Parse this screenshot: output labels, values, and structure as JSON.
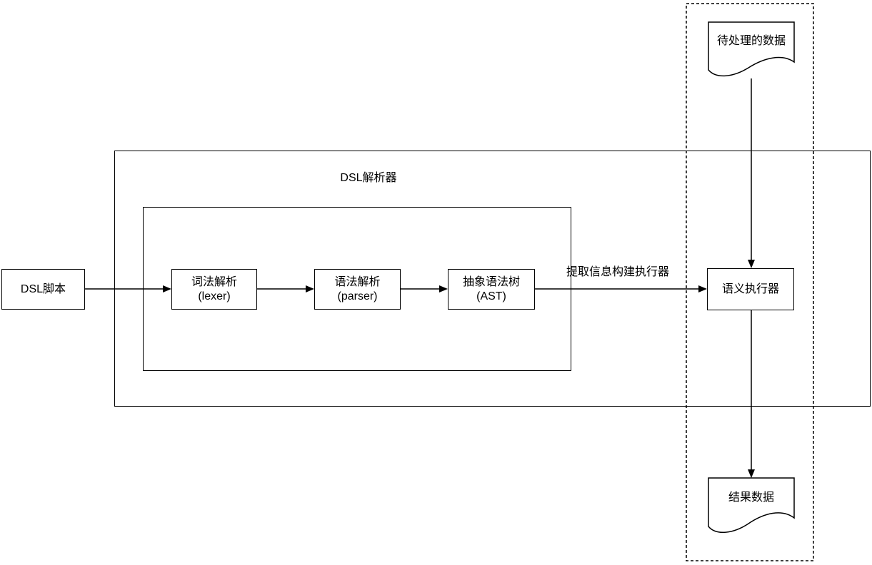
{
  "diagram": {
    "title": "DSL解析器",
    "colors": {
      "background": "#ffffff",
      "stroke": "#000000",
      "text": "#000000"
    },
    "nodes": {
      "dsl_script": {
        "label": "DSL脚本"
      },
      "lexer": {
        "label_line1": "词法解析",
        "label_line2": "(lexer)"
      },
      "parser": {
        "label_line1": "语法解析",
        "label_line2": "(parser)"
      },
      "ast": {
        "label_line1": "抽象语法树",
        "label_line2": "(AST)"
      },
      "executor": {
        "label": "语义执行器"
      },
      "input_data": {
        "label": "待处理的数据",
        "shape": "document"
      },
      "result_data": {
        "label": "结果数据",
        "shape": "document"
      }
    },
    "edges": {
      "ast_to_executor_label": "提取信息构建执行器"
    }
  }
}
